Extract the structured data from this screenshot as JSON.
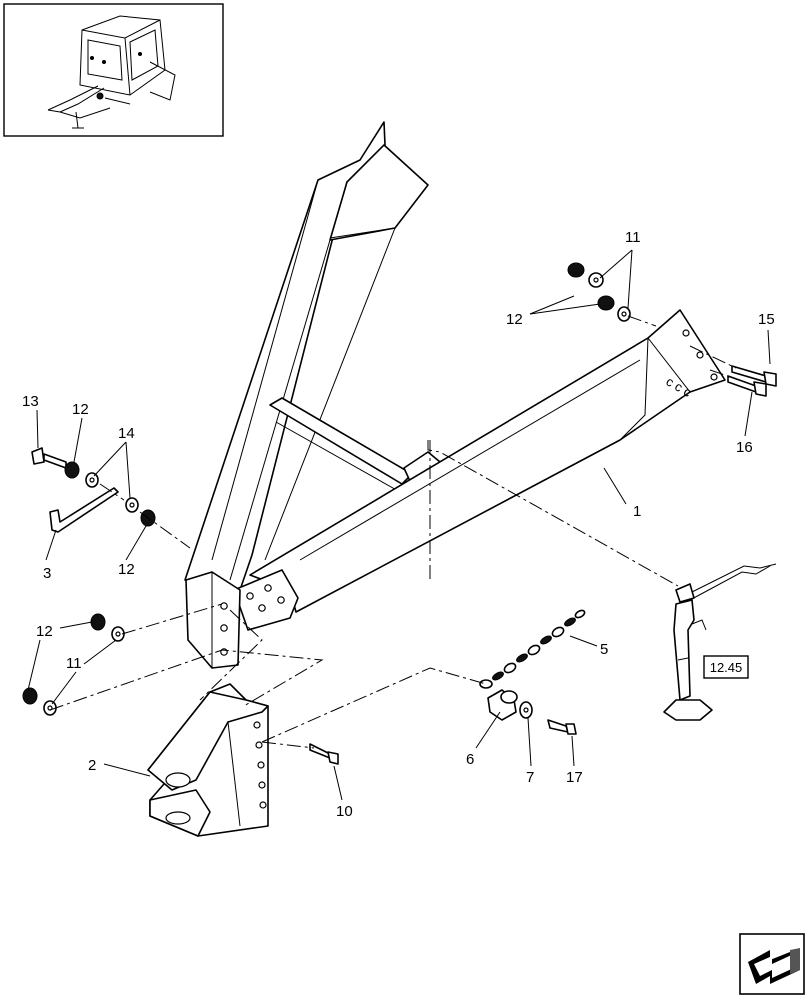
{
  "callouts": {
    "c1": "1",
    "c2": "2",
    "c3": "3",
    "c5": "5",
    "c6": "6",
    "c7": "7",
    "c10": "10",
    "c11a": "11",
    "c11b": "11",
    "c12a": "12",
    "c12b": "12",
    "c12c": "12",
    "c12d": "12",
    "c13": "13",
    "c14": "14",
    "c15": "15",
    "c16": "16",
    "c17": "17"
  },
  "reference_box": {
    "label": "12.45"
  },
  "icons": {
    "thumbnail": "baler-overview-thumbnail",
    "nav": "previous-page-arrow-icon"
  }
}
